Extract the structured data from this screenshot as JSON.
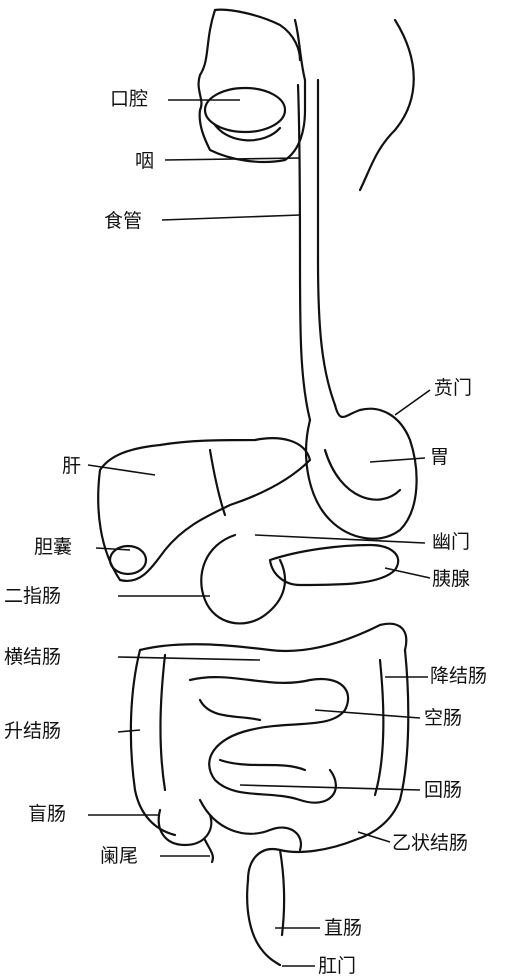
{
  "labels": {
    "mouth": "口腔",
    "pharynx": "咽",
    "esophagus": "食管",
    "cardia": "贲门",
    "stomach": "胃",
    "liver": "肝",
    "gallbladder": "胆囊",
    "pylorus": "幽门",
    "pancreas": "胰腺",
    "duodenum": "二指肠",
    "transverse_colon": "横结肠",
    "descending_colon": "降结肠",
    "ascending_colon": "升结肠",
    "jejunum": "空肠",
    "cecum": "盲肠",
    "ileum": "回肠",
    "appendix": "阑尾",
    "sigmoid_colon": "乙状结肠",
    "rectum": "直肠",
    "anus": "肛门"
  },
  "colors": {
    "ink": "#111111",
    "paper": "#ffffff"
  }
}
